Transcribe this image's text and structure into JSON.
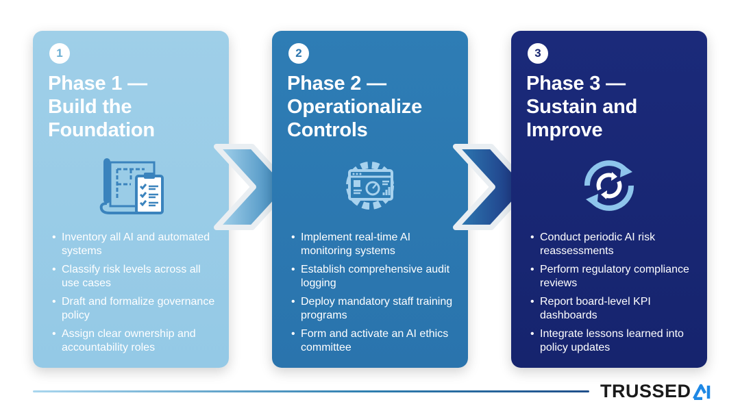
{
  "phases": [
    {
      "number": "1",
      "title_line1": "Phase 1 —",
      "title_line2": "Build the",
      "title_line3": "Foundation",
      "icon": "blueprint-checklist-icon",
      "items": [
        "Inventory all AI and automated systems",
        "Classify risk levels across all use cases",
        "Draft and formalize governance policy",
        "Assign clear ownership and accountability roles"
      ]
    },
    {
      "number": "2",
      "title_line1": "Phase 2 —",
      "title_line2": "Operationalize",
      "title_line3": "Controls",
      "icon": "gear-dashboard-icon",
      "items": [
        "Implement real-time AI monitoring systems",
        "Establish comprehensive audit logging",
        "Deploy mandatory staff training programs",
        "Form and activate an AI ethics committee"
      ]
    },
    {
      "number": "3",
      "title_line1": "Phase 3 —",
      "title_line2": "Sustain and",
      "title_line3": "Improve",
      "icon": "refresh-cycle-icon",
      "items": [
        "Conduct periodic AI risk reassessments",
        "Perform regulatory compliance reviews",
        "Report board-level KPI dashboards",
        "Integrate lessons learned into policy updates"
      ]
    }
  ],
  "footer": {
    "logo_text": "TRUSSED",
    "logo_mark": "AI"
  },
  "colors": {
    "phase1": "#9fcfe8",
    "phase2": "#2e7db5",
    "phase3": "#1b2a7a",
    "logo_accent": "#1e88e5"
  }
}
